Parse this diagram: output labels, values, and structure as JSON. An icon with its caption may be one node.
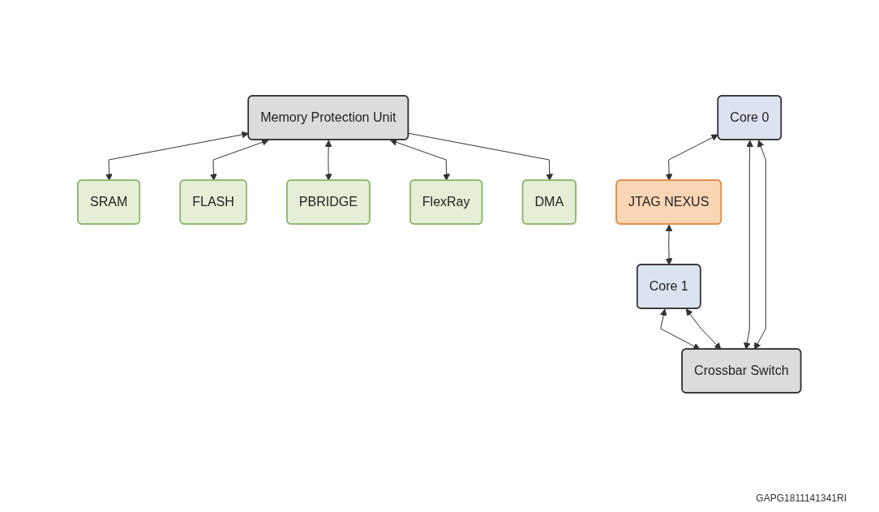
{
  "diagram": {
    "nodes": [
      {
        "text": [
          "Core 0"
        ]
      },
      {
        "text": [
          "JTAG NEXUS"
        ]
      },
      {
        "text": [
          "Core 1"
        ]
      },
      {
        "text": [
          "Crossbar Switch"
        ]
      },
      {
        "text": [
          "Memory Protection Unit"
        ]
      },
      {
        "text": [
          "SRAM"
        ]
      },
      {
        "text": [
          "FLASH"
        ]
      },
      {
        "text": [
          "PBRIDGE"
        ]
      },
      {
        "text": [
          "FlexRay"
        ]
      },
      {
        "text": [
          "DMA"
        ]
      }
    ],
    "edges": [
      {
        "from": 0,
        "to": 1,
        "arrow": "both"
      },
      {
        "from": 1,
        "to": 2,
        "arrow": "both"
      },
      {
        "from": 0,
        "to": 3,
        "arrow": "both"
      },
      {
        "from": 0,
        "to": 3,
        "arrow": "both"
      },
      {
        "from": 2,
        "to": 3,
        "arrow": "both"
      },
      {
        "from": 2,
        "to": 3,
        "arrow": "both"
      },
      {
        "from": 4,
        "to": 5,
        "arrow": "both"
      },
      {
        "from": 4,
        "to": 6,
        "arrow": "both"
      },
      {
        "from": 4,
        "to": 7,
        "arrow": "both"
      },
      {
        "from": 4,
        "to": 8,
        "arrow": "both"
      },
      {
        "from": 4,
        "to": 9,
        "arrow": "to"
      }
    ],
    "labels": [
      "GAPG1811141341RI"
    ]
  }
}
